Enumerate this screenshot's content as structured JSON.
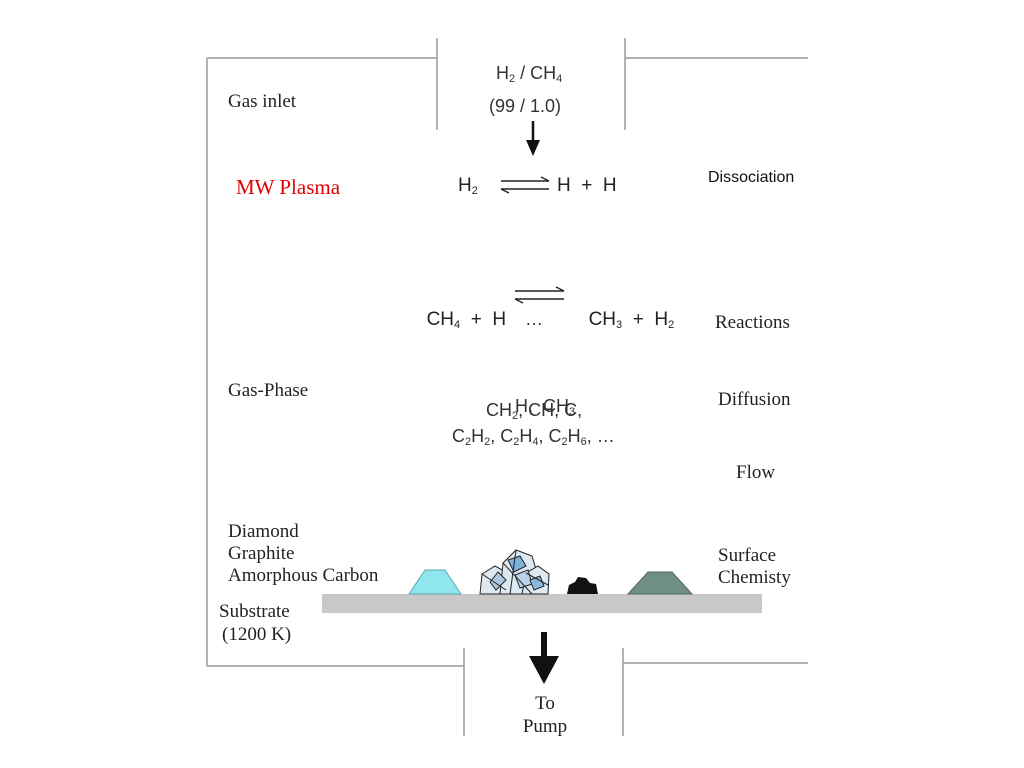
{
  "inlet": {
    "gas_label": "Gas inlet",
    "mixture_formula": {
      "a": "H",
      "a_sub": "2",
      "sep": " / CH",
      "b_sub": "4"
    },
    "mixture_ratio": "(99 / 1.0)"
  },
  "plasma": {
    "label": "MW Plasma",
    "reaction_left": {
      "text": "H",
      "sub": "2"
    },
    "reaction_right": "H  +  H",
    "process_label": "Dissociation"
  },
  "reaction2": {
    "left": {
      "a": "CH",
      "a_sub": "4",
      "rest": "  +  H"
    },
    "right": {
      "a": "CH",
      "a_sub": "3",
      "mid": "  +  H",
      "b_sub": "2"
    },
    "ellipsis": "…",
    "process_label": "Reactions"
  },
  "gas_phase": {
    "label": "Gas-Phase",
    "line1": {
      "a": "H,  CH",
      "a_sub": "3"
    },
    "line2": {
      "a": "CH",
      "a_sub": "2",
      "rest": ", CH, C,"
    },
    "line3": {
      "p1": "C",
      "s1": "2",
      "p2": "H",
      "s2": "2",
      "p3": ", C",
      "s3": "2",
      "p4": "H",
      "s4": "4",
      "p5": ", C",
      "s5": "2",
      "p6": "H",
      "s6": "6",
      "p7": ", …"
    },
    "diffusion_label": "Diffusion",
    "flow_label": "Flow"
  },
  "deposits": {
    "line1": "Diamond",
    "line2": "Graphite",
    "line3": "Amorphous Carbon",
    "surface_label_1": "Surface",
    "surface_label_2": "Chemisty"
  },
  "substrate": {
    "label": "Substrate",
    "temperature": "(1200 K)"
  },
  "outlet": {
    "line1": "To",
    "line2": "Pump"
  },
  "colors": {
    "plasma_red": "#e00000",
    "substrate_gray": "#c8c8c8",
    "diamond_cyan": "#8fe6ee",
    "graphite_teal": "#6f8f86",
    "amorphous_black": "#111111",
    "wall_gray": "#9a9a9a"
  }
}
